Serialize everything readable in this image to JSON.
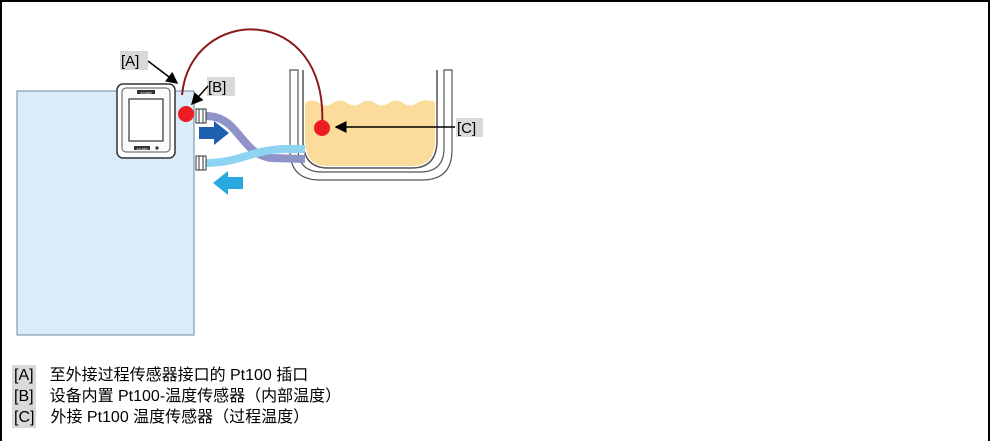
{
  "callouts": {
    "a": "[A]",
    "b": "[B]",
    "c": "[C]"
  },
  "device_panel": {
    "brand_top": "JULABO",
    "brand_bottom": "JULABO"
  },
  "legend": [
    {
      "key": "[A]",
      "text": "至外接过程传感器接口的 Pt100 插口"
    },
    {
      "key": "[B]",
      "text": "设备内置 Pt100-温度传感器（内部温度）"
    },
    {
      "key": "[C]",
      "text": "外接 Pt100 温度传感器（过程温度）"
    }
  ],
  "colors": {
    "unit_body": "#dcebf8",
    "sensor_dot": "#ed1c24",
    "cable": "#8b1a1a",
    "flow_out_arrow": "#1f5fb0",
    "flow_in_arrow": "#29a9e0",
    "hose_out": "#8f94c8",
    "hose_in": "#8fd3f2",
    "liquid": "#fbdc9a"
  }
}
